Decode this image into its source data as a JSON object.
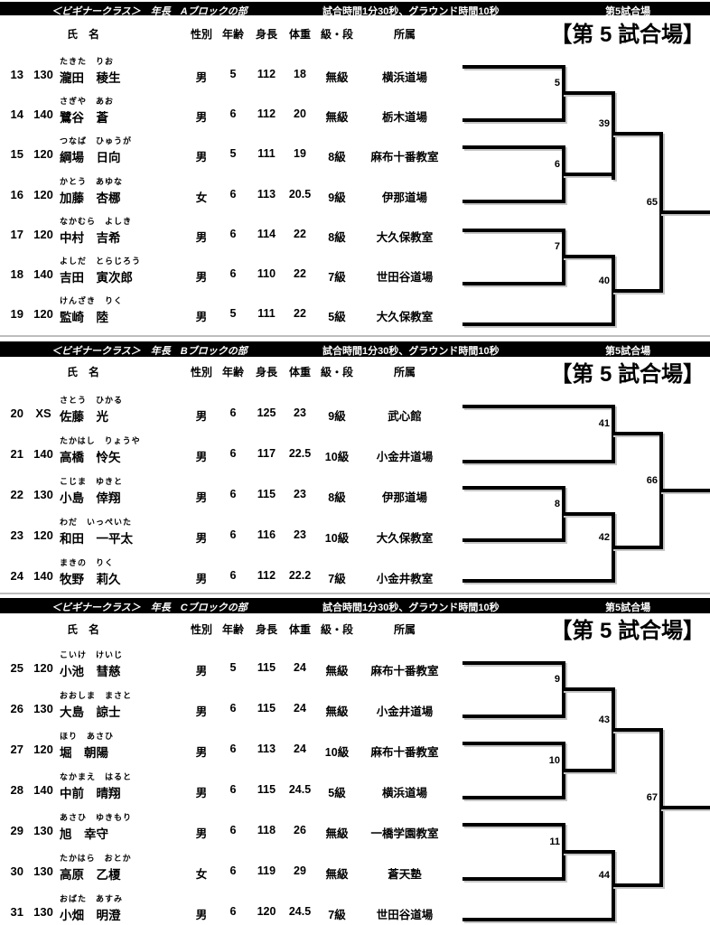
{
  "page": {
    "big_title": "【第 5 試合場】",
    "columns": {
      "name": "氏　名",
      "sex": "性別",
      "age": "年齢",
      "height": "身長",
      "weight": "体重",
      "rank": "級・段",
      "club": "所属"
    }
  },
  "sections": [
    {
      "bar": {
        "left": "＜ビギナークラス＞　年長　Aブロックの部",
        "center": "試合時間1分30秒、グラウンド時間10秒",
        "right": "第5試合場"
      },
      "rows": [
        {
          "no": "13",
          "cls": "130",
          "kana": "たきた　りお",
          "name": "瀧田　稜生",
          "sex": "男",
          "age": "5",
          "height": "112",
          "weight": "18",
          "rank": "無級",
          "club": "横浜道場"
        },
        {
          "no": "14",
          "cls": "140",
          "kana": "さぎや　あお",
          "name": "鷺谷　蒼",
          "sex": "男",
          "age": "6",
          "height": "112",
          "weight": "20",
          "rank": "無級",
          "club": "栃木道場"
        },
        {
          "no": "15",
          "cls": "120",
          "kana": "つなば　ひゅうが",
          "name": "綱場　日向",
          "sex": "男",
          "age": "5",
          "height": "111",
          "weight": "19",
          "rank": "8級",
          "club": "麻布十番教室"
        },
        {
          "no": "16",
          "cls": "120",
          "kana": "かとう　あゆな",
          "name": "加藤　杏梛",
          "sex": "女",
          "age": "6",
          "height": "113",
          "weight": "20.5",
          "rank": "9級",
          "club": "伊那道場"
        },
        {
          "no": "17",
          "cls": "120",
          "kana": "なかむら　よしき",
          "name": "中村　吉希",
          "sex": "男",
          "age": "6",
          "height": "114",
          "weight": "22",
          "rank": "8級",
          "club": "大久保教室"
        },
        {
          "no": "18",
          "cls": "140",
          "kana": "よしだ　とらじろう",
          "name": "吉田　寅次郎",
          "sex": "男",
          "age": "6",
          "height": "110",
          "weight": "22",
          "rank": "7級",
          "club": "世田谷道場"
        },
        {
          "no": "19",
          "cls": "120",
          "kana": "けんざき　りく",
          "name": "監崎　陸",
          "sex": "男",
          "age": "5",
          "height": "111",
          "weight": "22",
          "rank": "5級",
          "club": "大久保教室"
        }
      ],
      "matches": {
        "r1a": "5",
        "r1b": "6",
        "r1c": "7",
        "sf1": "39",
        "sf2": "40",
        "final": "65"
      }
    },
    {
      "bar": {
        "left": "＜ビギナークラス＞　年長　Bブロックの部",
        "center": "試合時間1分30秒、グラウンド時間10秒",
        "right": "第5試合場"
      },
      "rows": [
        {
          "no": "20",
          "cls": "XS",
          "kana": "さとう　ひかる",
          "name": "佐藤　光",
          "sex": "男",
          "age": "6",
          "height": "125",
          "weight": "23",
          "rank": "9級",
          "club": "武心館"
        },
        {
          "no": "21",
          "cls": "140",
          "kana": "たかはし　りょうや",
          "name": "高橋　怜矢",
          "sex": "男",
          "age": "6",
          "height": "117",
          "weight": "22.5",
          "rank": "10級",
          "club": "小金井道場"
        },
        {
          "no": "22",
          "cls": "130",
          "kana": "こじま　ゆきと",
          "name": "小島　倖翔",
          "sex": "男",
          "age": "6",
          "height": "115",
          "weight": "23",
          "rank": "8級",
          "club": "伊那道場"
        },
        {
          "no": "23",
          "cls": "120",
          "kana": "わだ　いっぺいた",
          "name": "和田　一平太",
          "sex": "男",
          "age": "6",
          "height": "116",
          "weight": "23",
          "rank": "10級",
          "club": "大久保教室"
        },
        {
          "no": "24",
          "cls": "140",
          "kana": "まきの　りく",
          "name": "牧野　莉久",
          "sex": "男",
          "age": "6",
          "height": "112",
          "weight": "22.2",
          "rank": "7級",
          "club": "小金井教室"
        }
      ],
      "matches": {
        "r1a": "8",
        "sf1": "41",
        "sf2": "42",
        "final": "66"
      }
    },
    {
      "bar": {
        "left": "＜ビギナークラス＞　年長　Cブロックの部",
        "center": "試合時間1分30秒、グラウンド時間10秒",
        "right": "第5試合場"
      },
      "rows": [
        {
          "no": "25",
          "cls": "120",
          "kana": "こいけ　けいじ",
          "name": "小池　彗慈",
          "sex": "男",
          "age": "5",
          "height": "115",
          "weight": "24",
          "rank": "無級",
          "club": "麻布十番教室"
        },
        {
          "no": "26",
          "cls": "130",
          "kana": "おおしま　まさと",
          "name": "大島　諒士",
          "sex": "男",
          "age": "6",
          "height": "115",
          "weight": "24",
          "rank": "無級",
          "club": "小金井道場"
        },
        {
          "no": "27",
          "cls": "120",
          "kana": "ほり　あさひ",
          "name": "堀　朝陽",
          "sex": "男",
          "age": "6",
          "height": "113",
          "weight": "24",
          "rank": "10級",
          "club": "麻布十番教室"
        },
        {
          "no": "28",
          "cls": "140",
          "kana": "なかまえ　はると",
          "name": "中前　晴翔",
          "sex": "男",
          "age": "6",
          "height": "115",
          "weight": "24.5",
          "rank": "5級",
          "club": "横浜道場"
        },
        {
          "no": "29",
          "cls": "130",
          "kana": "あさひ　ゆきもり",
          "name": "旭　幸守",
          "sex": "男",
          "age": "6",
          "height": "118",
          "weight": "26",
          "rank": "無級",
          "club": "一橋学園教室"
        },
        {
          "no": "30",
          "cls": "130",
          "kana": "たかはら　おとか",
          "name": "高原　乙榎",
          "sex": "女",
          "age": "6",
          "height": "119",
          "weight": "29",
          "rank": "無級",
          "club": "蒼天塾"
        },
        {
          "no": "31",
          "cls": "130",
          "kana": "おばた　あすみ",
          "name": "小畑　明澄",
          "sex": "男",
          "age": "6",
          "height": "120",
          "weight": "24.5",
          "rank": "7級",
          "club": "世田谷道場"
        }
      ],
      "matches": {
        "r1a": "9",
        "r1b": "10",
        "r1c": "11",
        "sf1": "43",
        "sf2": "44",
        "final": "67"
      }
    }
  ]
}
